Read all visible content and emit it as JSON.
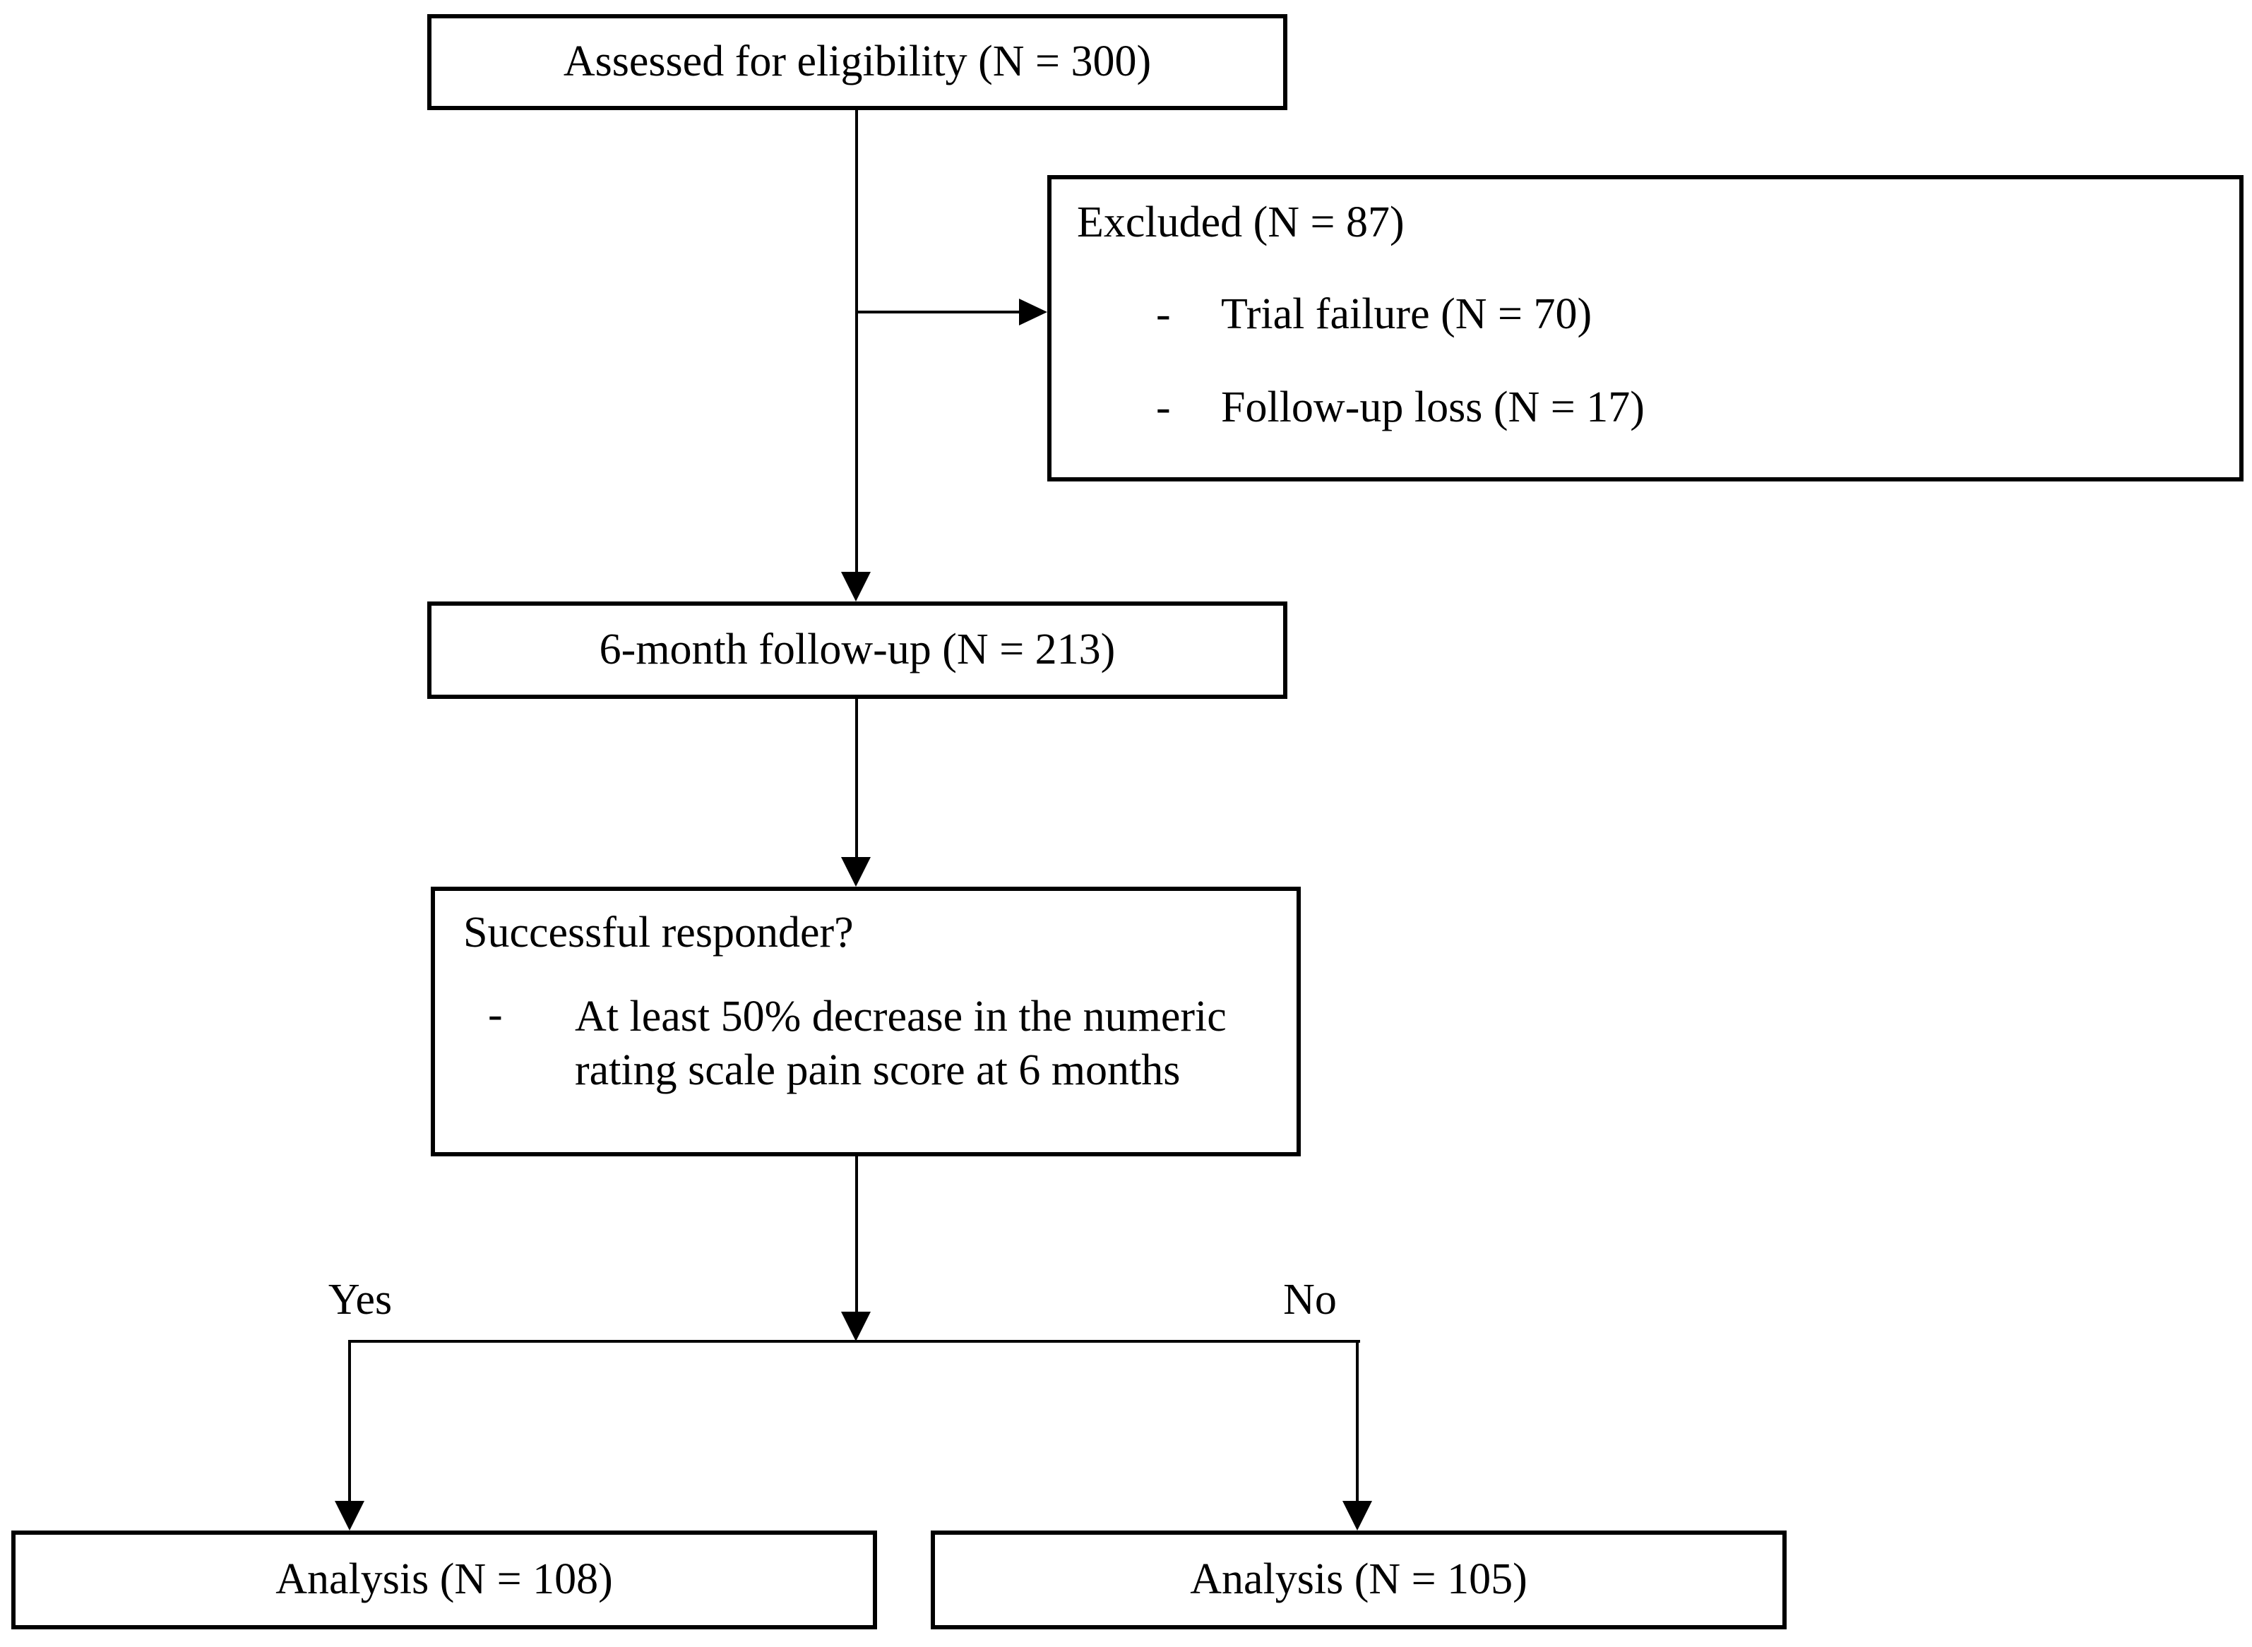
{
  "page": {
    "background": "#ffffff",
    "line_color": "#000000"
  },
  "flowchart": {
    "boxes": {
      "eligibility": {
        "label": "Assessed for eligibility (N = 300)"
      },
      "excluded": {
        "title": "Excluded (N = 87)",
        "items": [
          {
            "marker": "-",
            "text": "Trial failure (N = 70)"
          },
          {
            "marker": "-",
            "text": "Follow-up loss (N = 17)"
          }
        ]
      },
      "followup": {
        "label": "6-month follow-up (N = 213)"
      },
      "responder": {
        "title": "Successful responder?",
        "items": [
          {
            "marker": "-",
            "lines": [
              "At least 50% decrease in the numeric",
              "rating scale pain score at 6 months"
            ]
          }
        ]
      },
      "analysis_yes": {
        "label": "Analysis (N = 108)"
      },
      "analysis_no": {
        "label": "Analysis (N = 105)"
      }
    },
    "branch_labels": {
      "yes": "Yes",
      "no": "No"
    }
  }
}
